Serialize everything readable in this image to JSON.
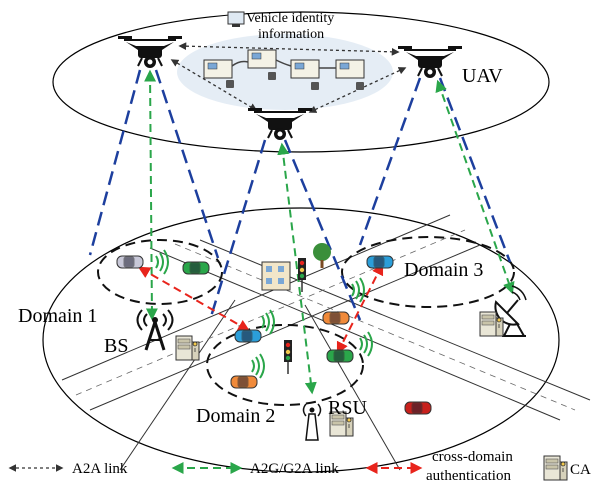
{
  "labels": {
    "vehicle_identity_line1": "Vehicle identity",
    "vehicle_identity_line2": "information",
    "uav": "UAV",
    "domain1": "Domain 1",
    "domain2": "Domain 2",
    "domain3": "Domain 3",
    "bs": "BS",
    "rsu": "RSU"
  },
  "legend": {
    "a2a": "A2A link",
    "a2g": "A2G/G2A link",
    "cross_line1": "cross-domain",
    "cross_line2": "authentication",
    "ca": "CA"
  },
  "colors": {
    "a2a_link": "#333333",
    "a2g_link": "#2aa64a",
    "cross_domain": "#e8241c",
    "uav_beam": "#1d3f9e",
    "ground": "#ffffff",
    "road": "#ffffff"
  },
  "icons": {
    "drone": "drone-icon",
    "server": "ca-server-icon",
    "bs": "base-station-icon",
    "rsu": "rsu-icon",
    "satellite": "satellite-dish-icon",
    "vehicle": "car-icon",
    "lock": "lock-icon",
    "traffic_light": "traffic-light-icon",
    "building": "building-icon",
    "tree": "tree-icon"
  }
}
